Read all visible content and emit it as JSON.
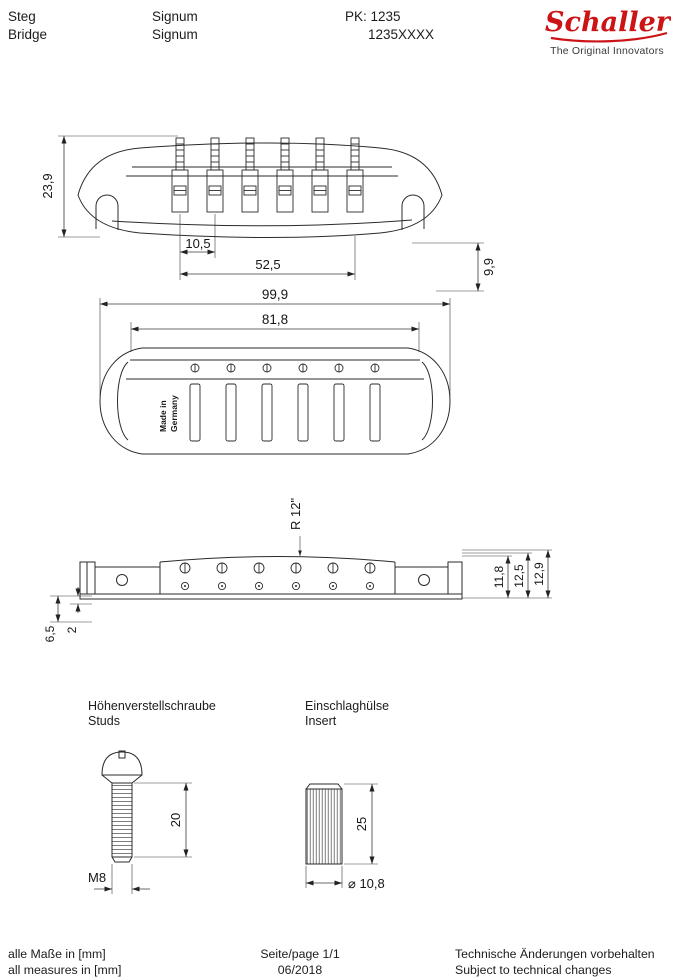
{
  "header": {
    "product_de": "Steg",
    "product_en": "Bridge",
    "model_de": "Signum",
    "model_en": "Signum",
    "pk": "PK: 1235",
    "pk_code": "1235XXXX",
    "logo": "Schaller",
    "tagline": "The Original Innovators"
  },
  "front_view": {
    "height": "23,9",
    "saddle_pitch": "10,5",
    "string_spread": "52,5",
    "back_height": "9,9"
  },
  "top_view": {
    "overall_length": "99,9",
    "body_length": "81,8",
    "made_in_line1": "Made in",
    "made_in_line2": "Germany"
  },
  "side_view": {
    "radius": "R 12\"",
    "height_min": "11,8",
    "height_mid": "12,5",
    "height_max": "12,9",
    "base_height": "6,5",
    "plate_thickness": "2"
  },
  "stud": {
    "label_de": "Höhenverstellschraube",
    "label_en": "Studs",
    "length": "20",
    "thread": "M8"
  },
  "insert": {
    "label_de": "Einschlaghülse",
    "label_en": "Insert",
    "length": "25",
    "diameter": "⌀ 10,8"
  },
  "footer": {
    "units_de": "alle Maße in [mm]",
    "units_en": "all measures in [mm]",
    "page": "Seite/page 1/1",
    "date": "06/2018",
    "changes_de": "Technische Änderungen vorbehalten",
    "changes_en": "Subject to technical changes"
  }
}
